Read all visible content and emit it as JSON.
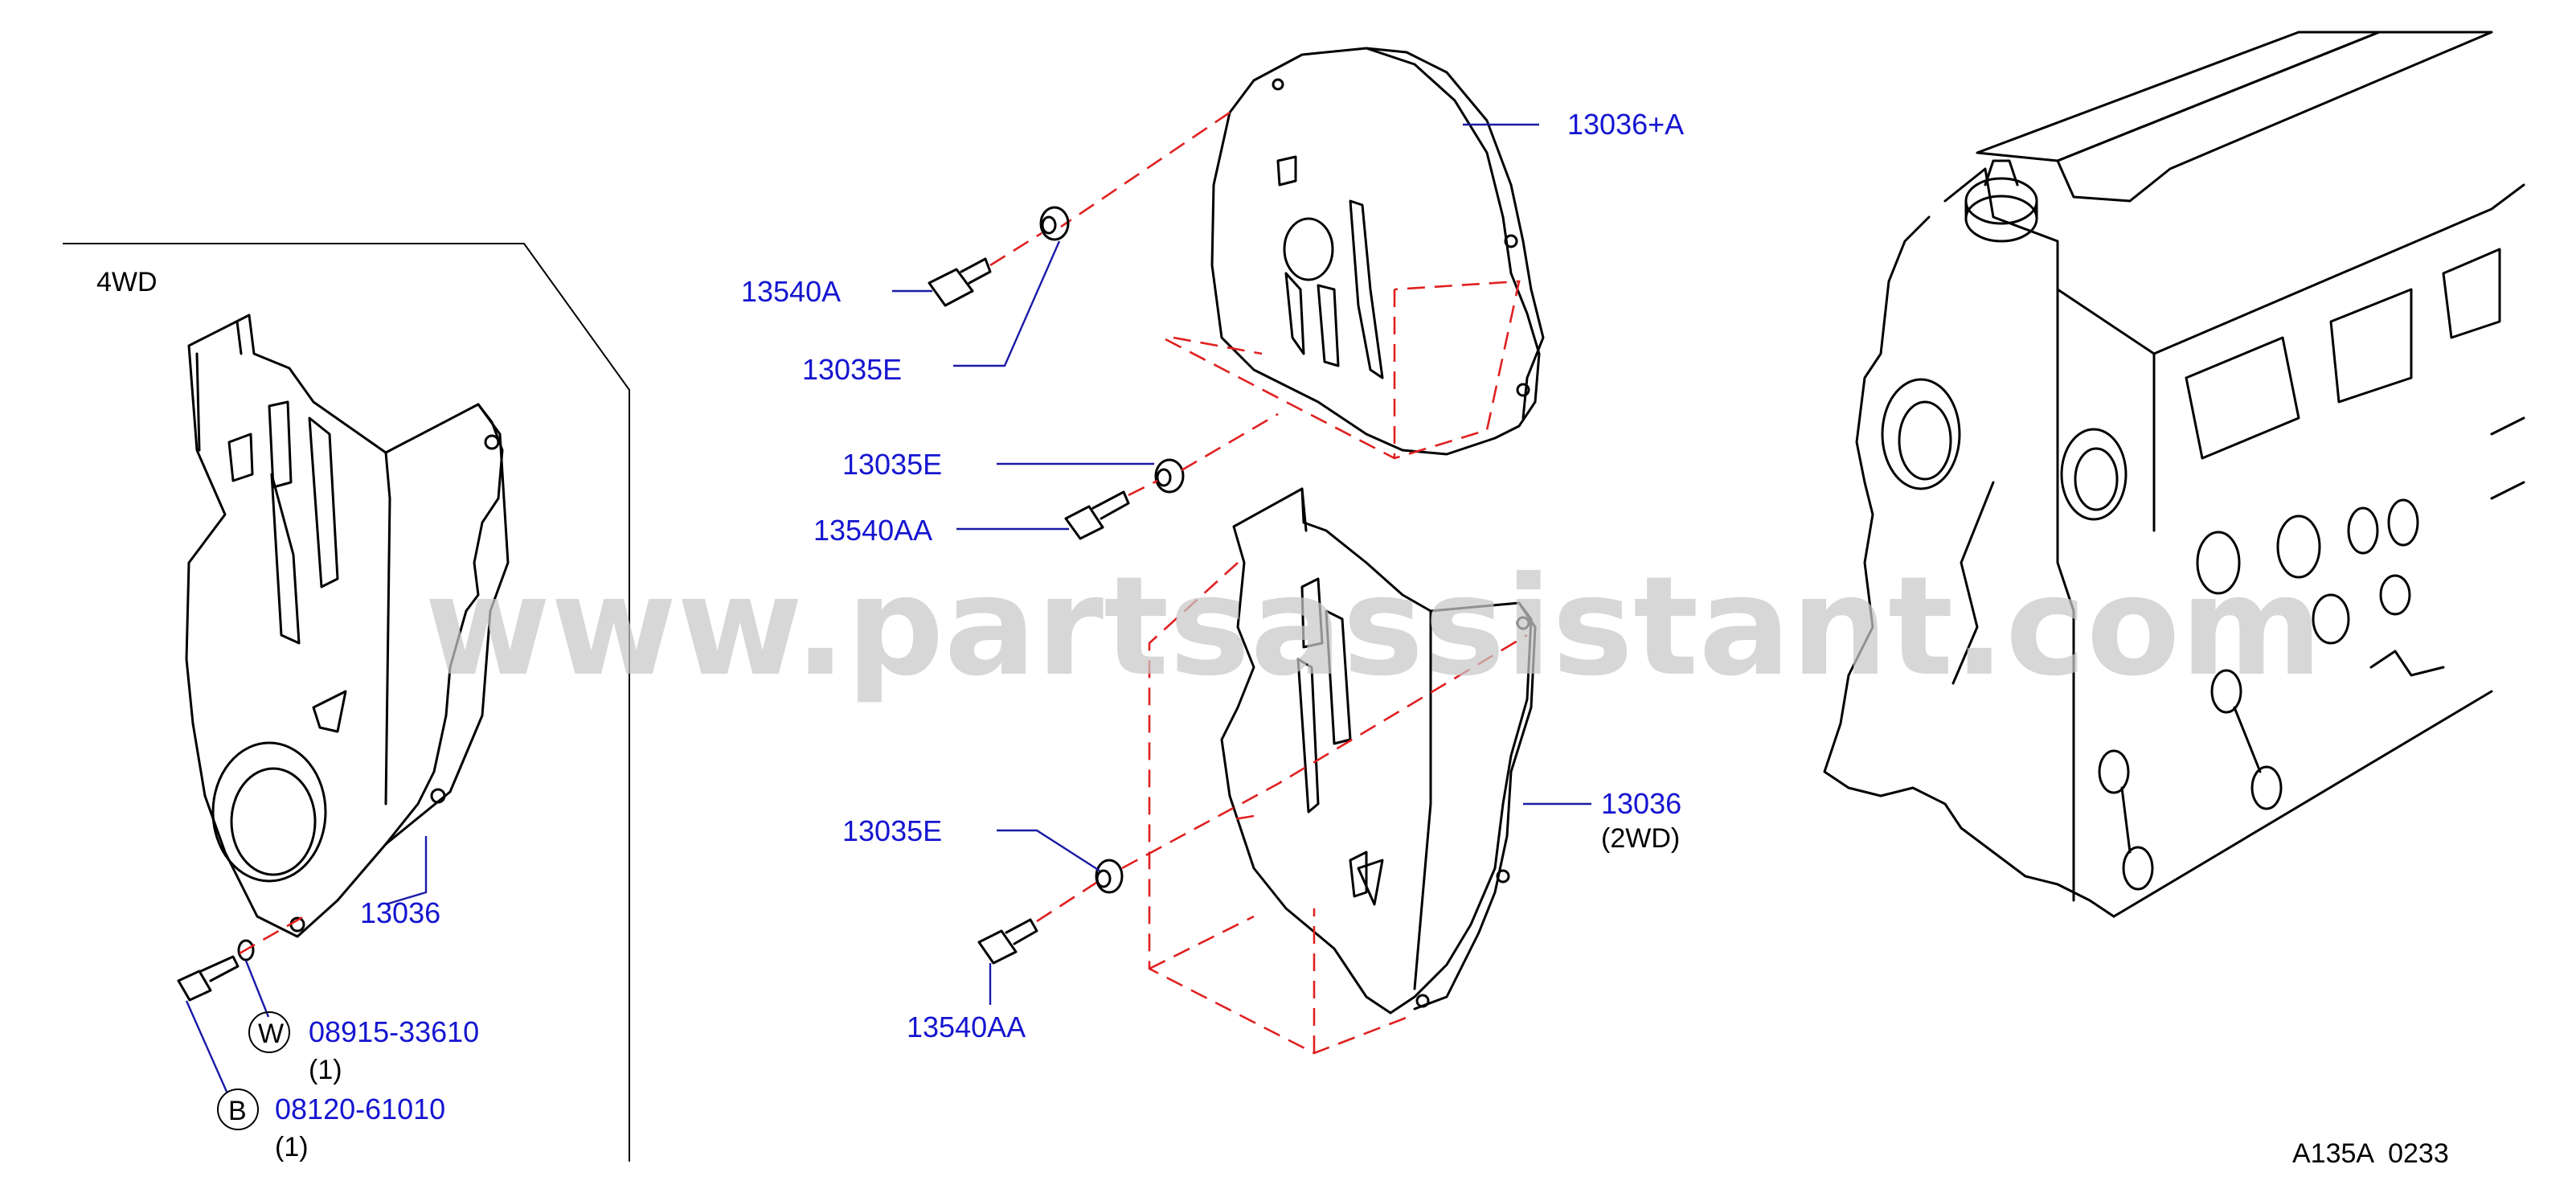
{
  "section_label": "4WD",
  "watermark": "www.partsassistant.com",
  "callouts": {
    "cover_upper": "13036+A",
    "bolt_a": "13540A",
    "grommet_top": "13035E",
    "grommet_mid": "13035E",
    "bolt_aa_mid": "13540AA",
    "grommet_low": "13035E",
    "bolt_aa_low": "13540AA",
    "cover_2wd": "13036",
    "cover_2wd_note": "(2WD)",
    "cover_4wd": "13036",
    "washer": "08915-33610",
    "washer_qty": "(1)",
    "bolt_b": "08120-61010",
    "bolt_b_qty": "(1)"
  },
  "circle_marks": {
    "washer": "W",
    "bolt": "B"
  },
  "figure_id": "A135A  0233"
}
